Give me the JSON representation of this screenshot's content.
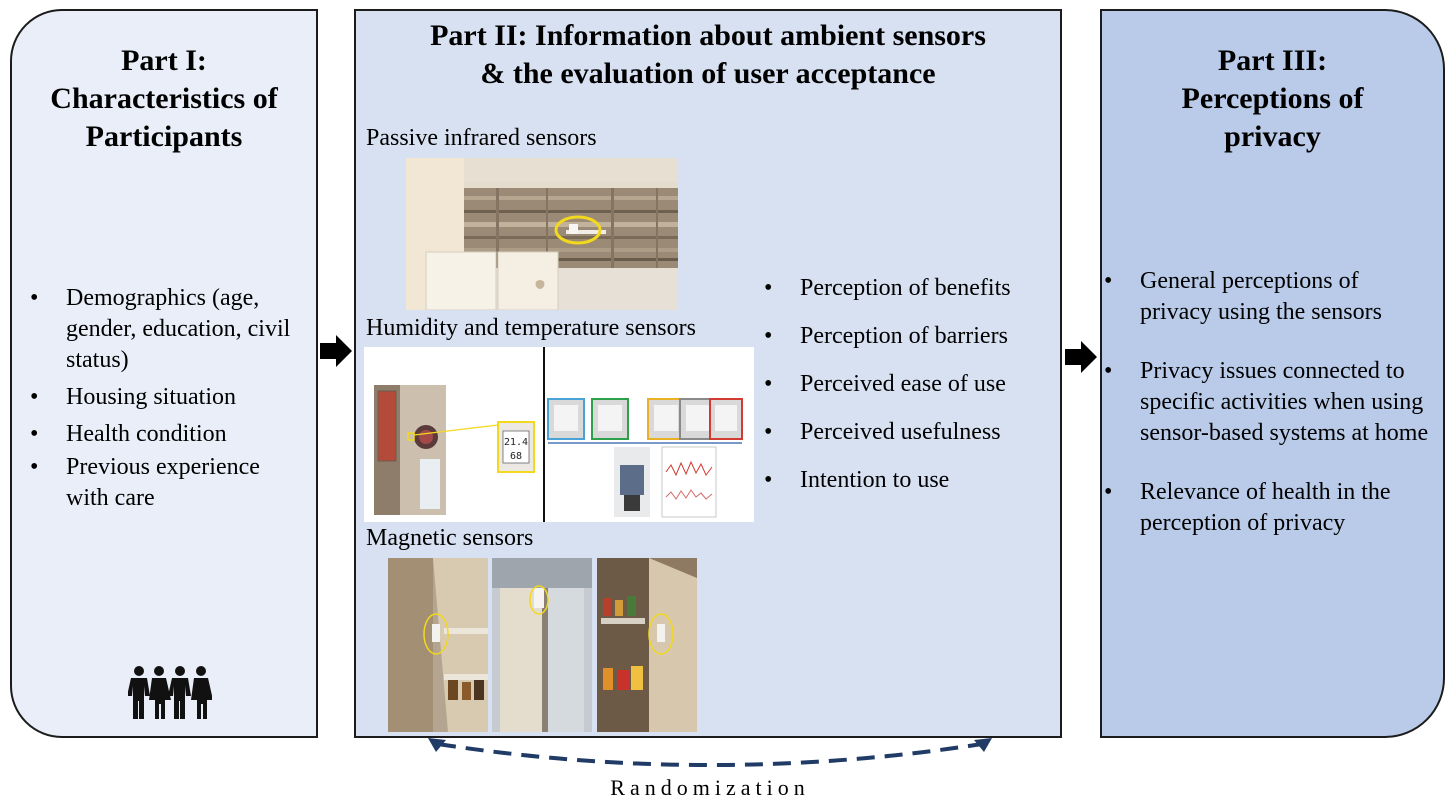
{
  "part1": {
    "title_lines": [
      "Part I:",
      "Characteristics of",
      "Participants"
    ],
    "items": [
      "Demographics (age, gender, education, civil status)",
      "Housing situation",
      "Health condition",
      "Previous experience with care"
    ],
    "icon": "group-of-people-icon"
  },
  "part2": {
    "title_lines": [
      "Part II: Information about ambient sensors",
      "& the evaluation of user acceptance"
    ],
    "sensors": [
      "Passive infrared sensors",
      "Humidity and temperature sensors",
      "Magnetic sensors"
    ],
    "items": [
      "Perception of benefits",
      "Perception of barriers",
      "Perceived ease of use",
      "Perceived usefulness",
      "Intention to use"
    ]
  },
  "part3": {
    "title_lines": [
      "Part III:",
      "Perceptions of",
      "privacy"
    ],
    "items": [
      "General perceptions of privacy using the sensors",
      "Privacy issues connected to specific activities when using sensor-based systems at home",
      "Relevance of health in the perception of privacy"
    ]
  },
  "randomization_label": "Randomization",
  "thermo_readings": [
    "21.4",
    "68"
  ],
  "colors": {
    "panel1": "#e9eef8",
    "panel2": "#d8e1f1",
    "panel3": "#b9cbe9",
    "dashed_arrow": "#1f3b66",
    "highlight_yellow": "#f2d81e"
  }
}
